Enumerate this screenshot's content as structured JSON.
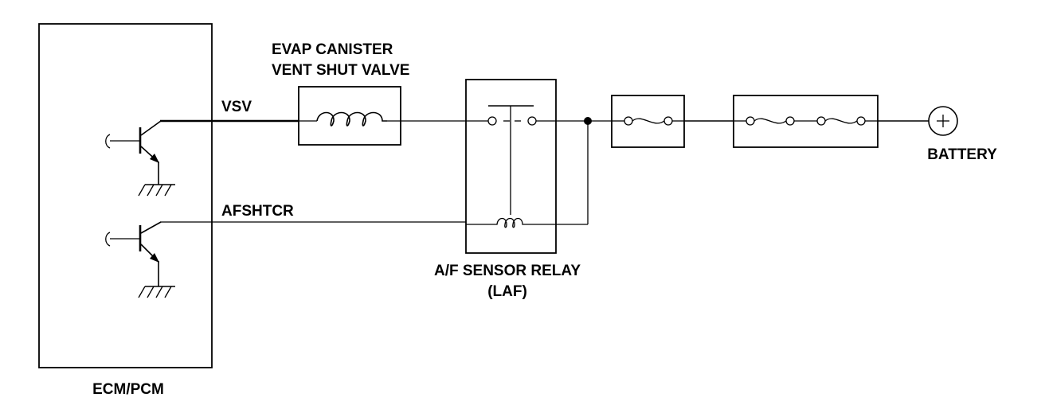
{
  "labels": {
    "ecm": "ECM/PCM",
    "vsv": "VSV",
    "afshtcr": "AFSHTCR",
    "evap_line1": "EVAP CANISTER",
    "evap_line2": "VENT SHUT VALVE",
    "relay_line1": "A/F SENSOR RELAY",
    "relay_line2": "(LAF)",
    "battery": "BATTERY",
    "battery_symbol": "+"
  }
}
